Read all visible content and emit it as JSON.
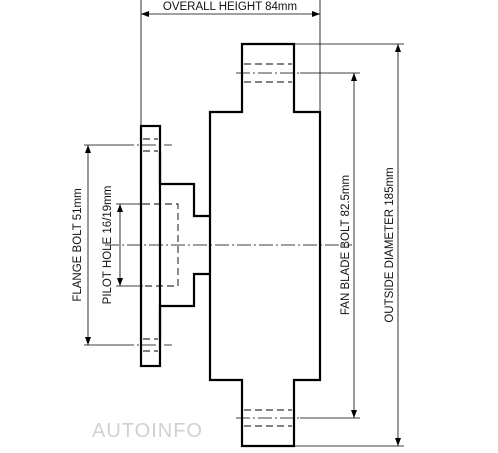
{
  "dimensions": {
    "overall_height": "OVERALL HEIGHT 84mm",
    "flange_bolt": "FLANGE BOLT 51mm",
    "pilot_hole": "PILOT HOLE 16/19mm",
    "fan_blade_bolt": "FAN BLADE BOLT 82.5mm",
    "outside_diameter": "OUTSIDE DIAMETER 185mm"
  },
  "watermark": "AUTOINFO"
}
